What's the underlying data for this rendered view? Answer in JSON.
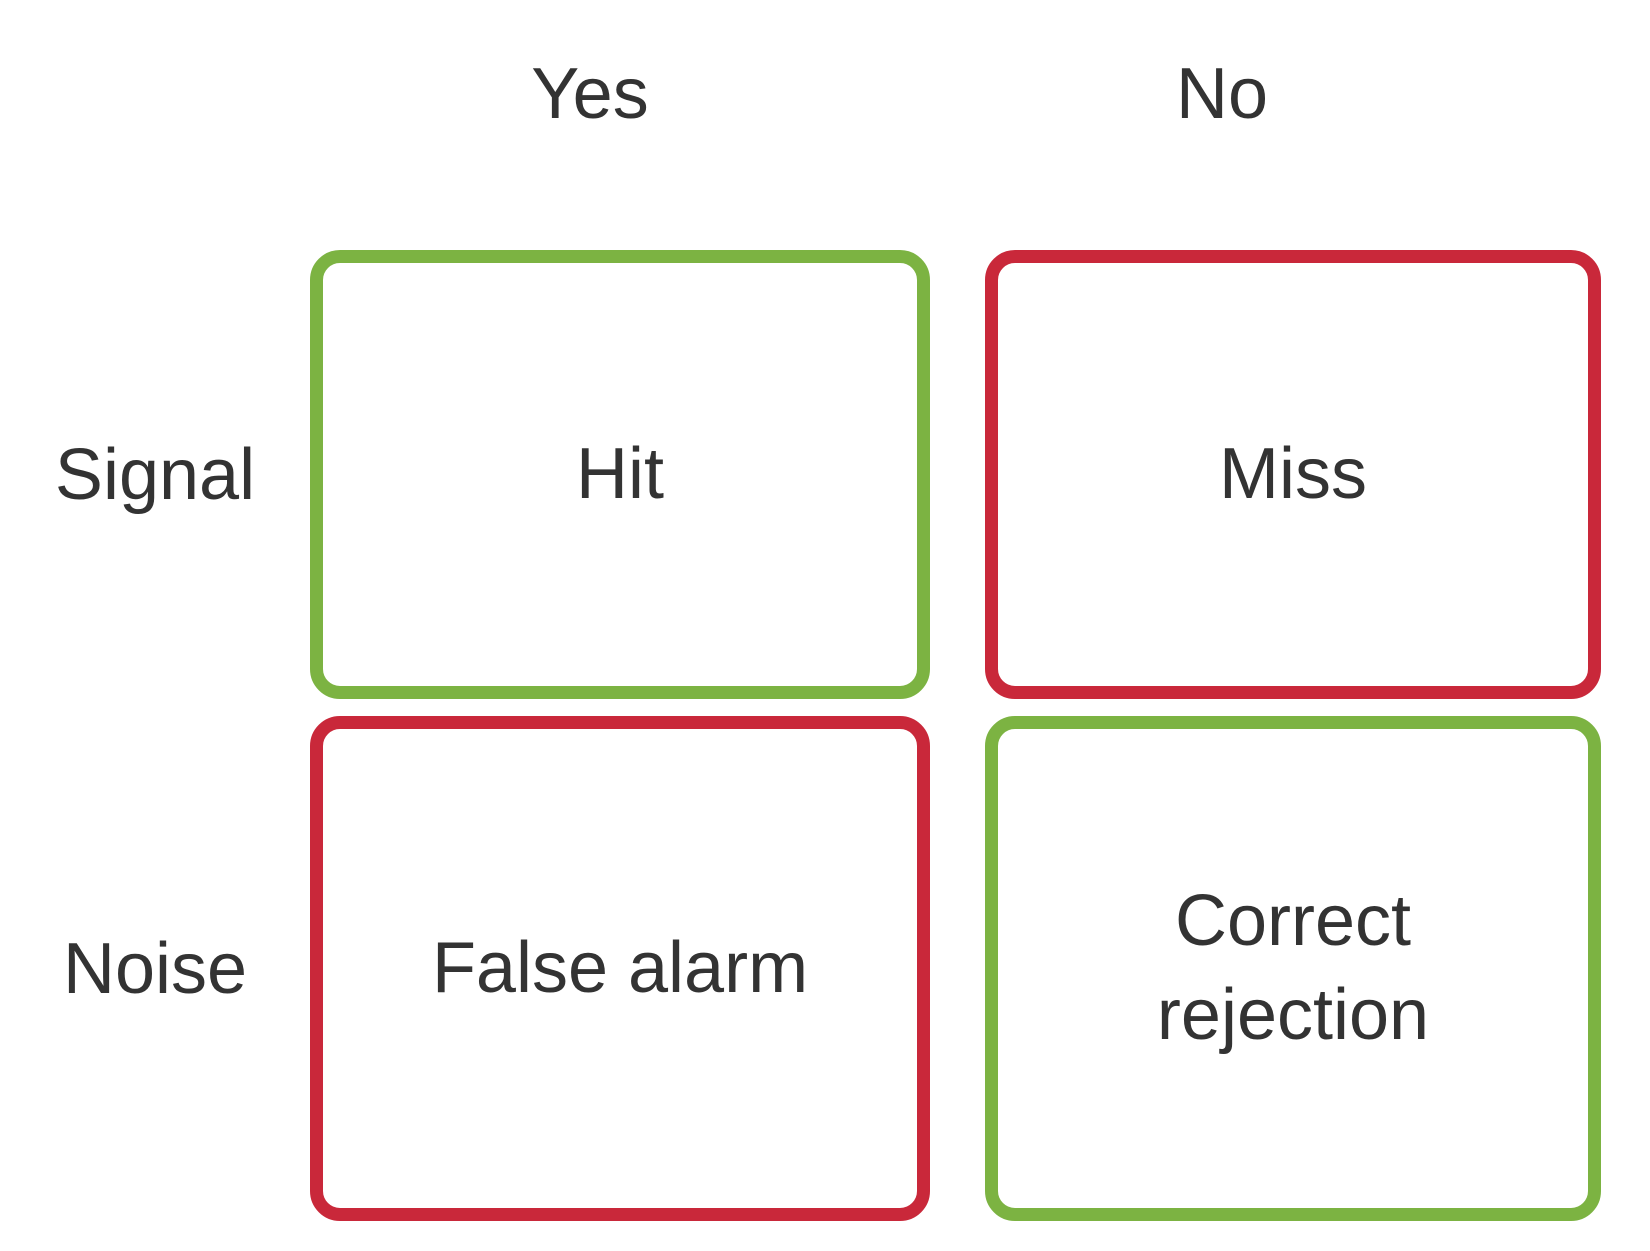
{
  "matrix": {
    "description": "Signal detection theory outcome matrix",
    "columns": [
      {
        "label": "Yes"
      },
      {
        "label": "No"
      }
    ],
    "rows": [
      {
        "label": "Signal"
      },
      {
        "label": "Noise"
      }
    ],
    "cells": [
      {
        "label": "Hit",
        "row": "Signal",
        "column": "Yes",
        "outcome": "good"
      },
      {
        "label": "Miss",
        "row": "Signal",
        "column": "No",
        "outcome": "bad"
      },
      {
        "label": "False alarm",
        "row": "Noise",
        "column": "Yes",
        "outcome": "bad"
      },
      {
        "label": "Correct rejection",
        "row": "Noise",
        "column": "No",
        "outcome": "good"
      }
    ]
  },
  "colors": {
    "good_border": "#7cb342",
    "bad_border": "#c9283a",
    "text": "#333333",
    "background": "#ffffff"
  }
}
